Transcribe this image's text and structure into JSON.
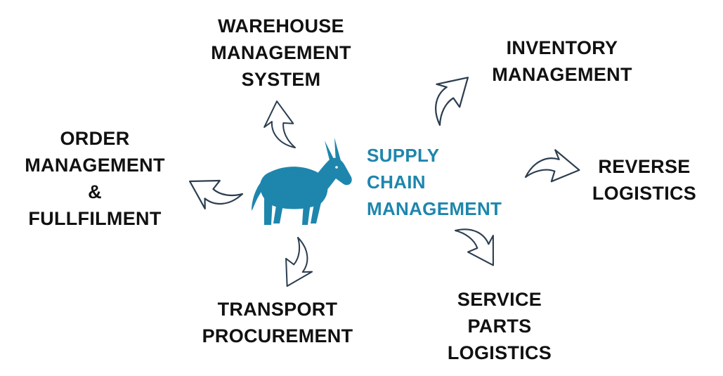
{
  "center": {
    "lines": [
      "SUPPLY",
      "CHAIN",
      "MANAGEMENT"
    ],
    "color": "#1e86ad",
    "icon": "donkey-icon"
  },
  "nodes": {
    "wms": {
      "lines": [
        "WAREHOUSE",
        "MANAGEMENT",
        "SYSTEM"
      ]
    },
    "inventory": {
      "lines": [
        "INVENTORY",
        "MANAGEMENT"
      ]
    },
    "order": {
      "lines": [
        "ORDER",
        "MANAGEMENT",
        "&",
        "FULLFILMENT"
      ]
    },
    "reverse": {
      "lines": [
        "REVERSE",
        "LOGISTICS"
      ]
    },
    "transport": {
      "lines": [
        "TRANSPORT",
        "PROCUREMENT"
      ]
    },
    "service": {
      "lines": [
        "SERVICE",
        "PARTS",
        "LOGISTICS"
      ]
    }
  },
  "colors": {
    "text": "#111111",
    "arrow_stroke": "#2c3e50",
    "icon_fill": "#1e86ad"
  }
}
